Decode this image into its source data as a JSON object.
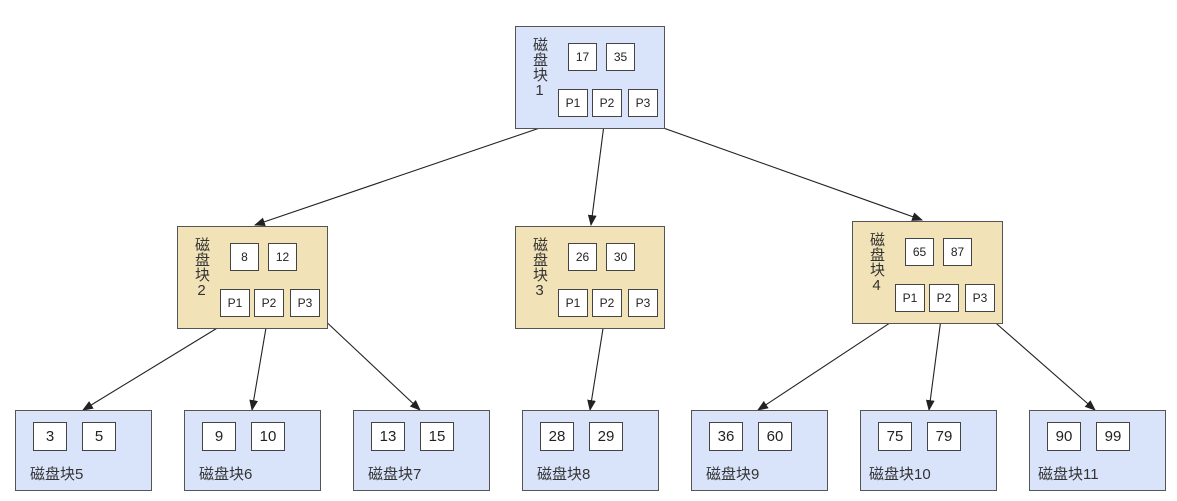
{
  "nodes": {
    "root": {
      "label": "磁盘块1",
      "label_chars": [
        "磁",
        "盘",
        "块",
        "1"
      ],
      "keys": [
        "17",
        "35"
      ],
      "pointers": [
        "P1",
        "P2",
        "P3"
      ]
    },
    "n2": {
      "label": "磁盘块2",
      "label_chars": [
        "磁",
        "盘",
        "块",
        "2"
      ],
      "keys": [
        "8",
        "12"
      ],
      "pointers": [
        "P1",
        "P2",
        "P3"
      ]
    },
    "n3": {
      "label": "磁盘块3",
      "label_chars": [
        "磁",
        "盘",
        "块",
        "3"
      ],
      "keys": [
        "26",
        "30"
      ],
      "pointers": [
        "P1",
        "P2",
        "P3"
      ]
    },
    "n4": {
      "label": "磁盘块4",
      "label_chars": [
        "磁",
        "盘",
        "块",
        "4"
      ],
      "keys": [
        "65",
        "87"
      ],
      "pointers": [
        "P1",
        "P2",
        "P3"
      ]
    }
  },
  "leaves": [
    {
      "label": "磁盘块5",
      "keys": [
        "3",
        "5"
      ]
    },
    {
      "label": "磁盘块6",
      "keys": [
        "9",
        "10"
      ]
    },
    {
      "label": "磁盘块7",
      "keys": [
        "13",
        "15"
      ]
    },
    {
      "label": "磁盘块8",
      "keys": [
        "28",
        "29"
      ]
    },
    {
      "label": "磁盘块9",
      "keys": [
        "36",
        "60"
      ]
    },
    {
      "label": "磁盘块10",
      "keys": [
        "75",
        "79"
      ]
    },
    {
      "label": "磁盘块11",
      "keys": [
        "90",
        "99"
      ]
    }
  ],
  "colors": {
    "leaf_and_root_fill": "#d9e4fb",
    "internal_fill": "#f2e2b7",
    "border": "#555555"
  }
}
